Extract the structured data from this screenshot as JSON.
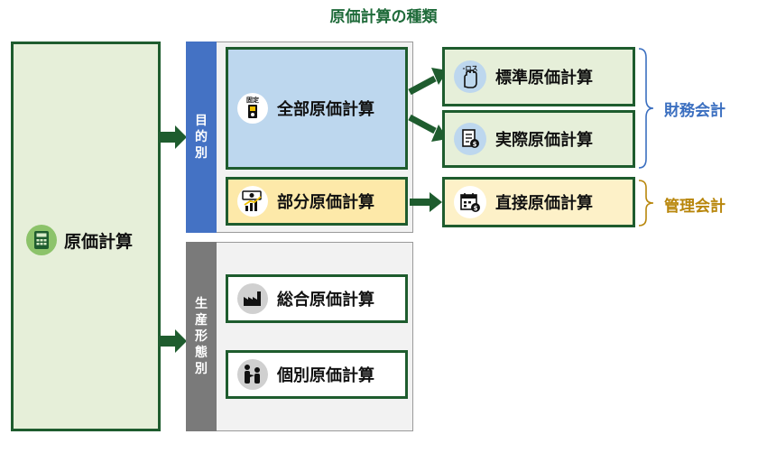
{
  "title": "原価計算の種類",
  "root": {
    "label": "原価計算",
    "icon": "calculator-icon"
  },
  "group_purpose": {
    "tab": [
      "目",
      "的",
      "別"
    ]
  },
  "group_production": {
    "tab": [
      "生",
      "産",
      "形",
      "態",
      "別"
    ]
  },
  "nodes": {
    "zenbu": {
      "label": "全部原価計算",
      "badge": "固定",
      "icon": "fixed-cost-icon"
    },
    "bubun": {
      "label": "部分原価計算",
      "icon": "variable-cost-icon"
    },
    "hyojun": {
      "label": "標準原価計算",
      "badge": "-ロス",
      "icon": "hand-loss-icon"
    },
    "jissai": {
      "label": "実際原価計算",
      "icon": "invoice-icon"
    },
    "chokusetsu": {
      "label": "直接原価計算",
      "icon": "calendar-icon"
    },
    "sogo": {
      "label": "総合原価計算",
      "icon": "factory-icon"
    },
    "kobetsu": {
      "label": "個別原価計算",
      "icon": "people-icon"
    }
  },
  "categories": {
    "zaimu": {
      "label": "財務会計",
      "color": "#3b6fc0"
    },
    "kanri": {
      "label": "管理会計",
      "color": "#b8860b"
    }
  },
  "colors": {
    "green_dark": "#1e5c2e",
    "blue_tab": "#4472c4",
    "gray_tab": "#7a7a7a"
  }
}
